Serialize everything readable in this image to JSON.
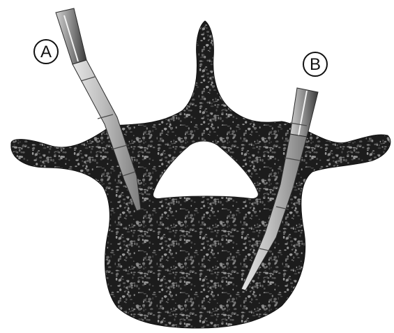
{
  "figure": {
    "labels": [
      {
        "id": "A",
        "text": "A"
      },
      {
        "id": "B",
        "text": "B"
      }
    ],
    "colors": {
      "bone_fill": "#1c1c1c",
      "bone_speckle_light": "#9a9a9a",
      "bone_speckle_mid": "#5e5e5e",
      "needle_body": "#bdbdbd",
      "needle_shaft": "#a8a8a8",
      "needle_outline": "#3a3a3a",
      "label_ring": "#111111"
    }
  }
}
